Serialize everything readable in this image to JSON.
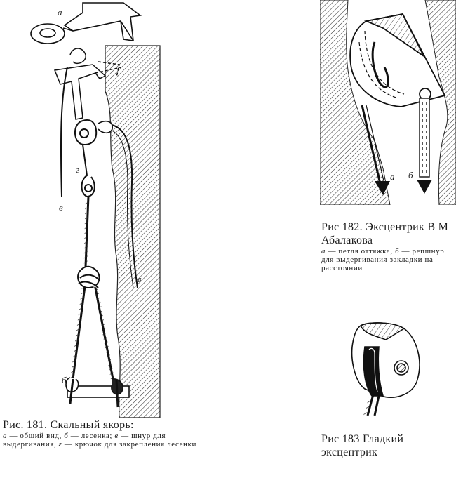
{
  "fig181": {
    "labels": {
      "a": "а",
      "b": "б",
      "v1": "в",
      "v2": "в",
      "g": "г"
    },
    "title": "Рис. 181. Скальный якорь:",
    "desc": [
      {
        "key": "а",
        "text": " — общий вид, "
      },
      {
        "key": "б",
        "text": " — лесенка; "
      },
      {
        "key": "в",
        "text": " — шнур для выдергивания, "
      },
      {
        "key": "г",
        "text": " — крючок для закрепления лесенки"
      }
    ]
  },
  "fig182": {
    "labels": {
      "a": "а",
      "b": "б"
    },
    "title": "Рис 182. Эксцентрик В М Абалакова",
    "desc": [
      {
        "key": "а",
        "text": " — петля оттяжка, "
      },
      {
        "key": "б",
        "text": " — репшнур для выдергивания закладки на расстоянии"
      }
    ]
  },
  "fig183": {
    "title": "Рис 183 Гладкий эксцентрик"
  }
}
